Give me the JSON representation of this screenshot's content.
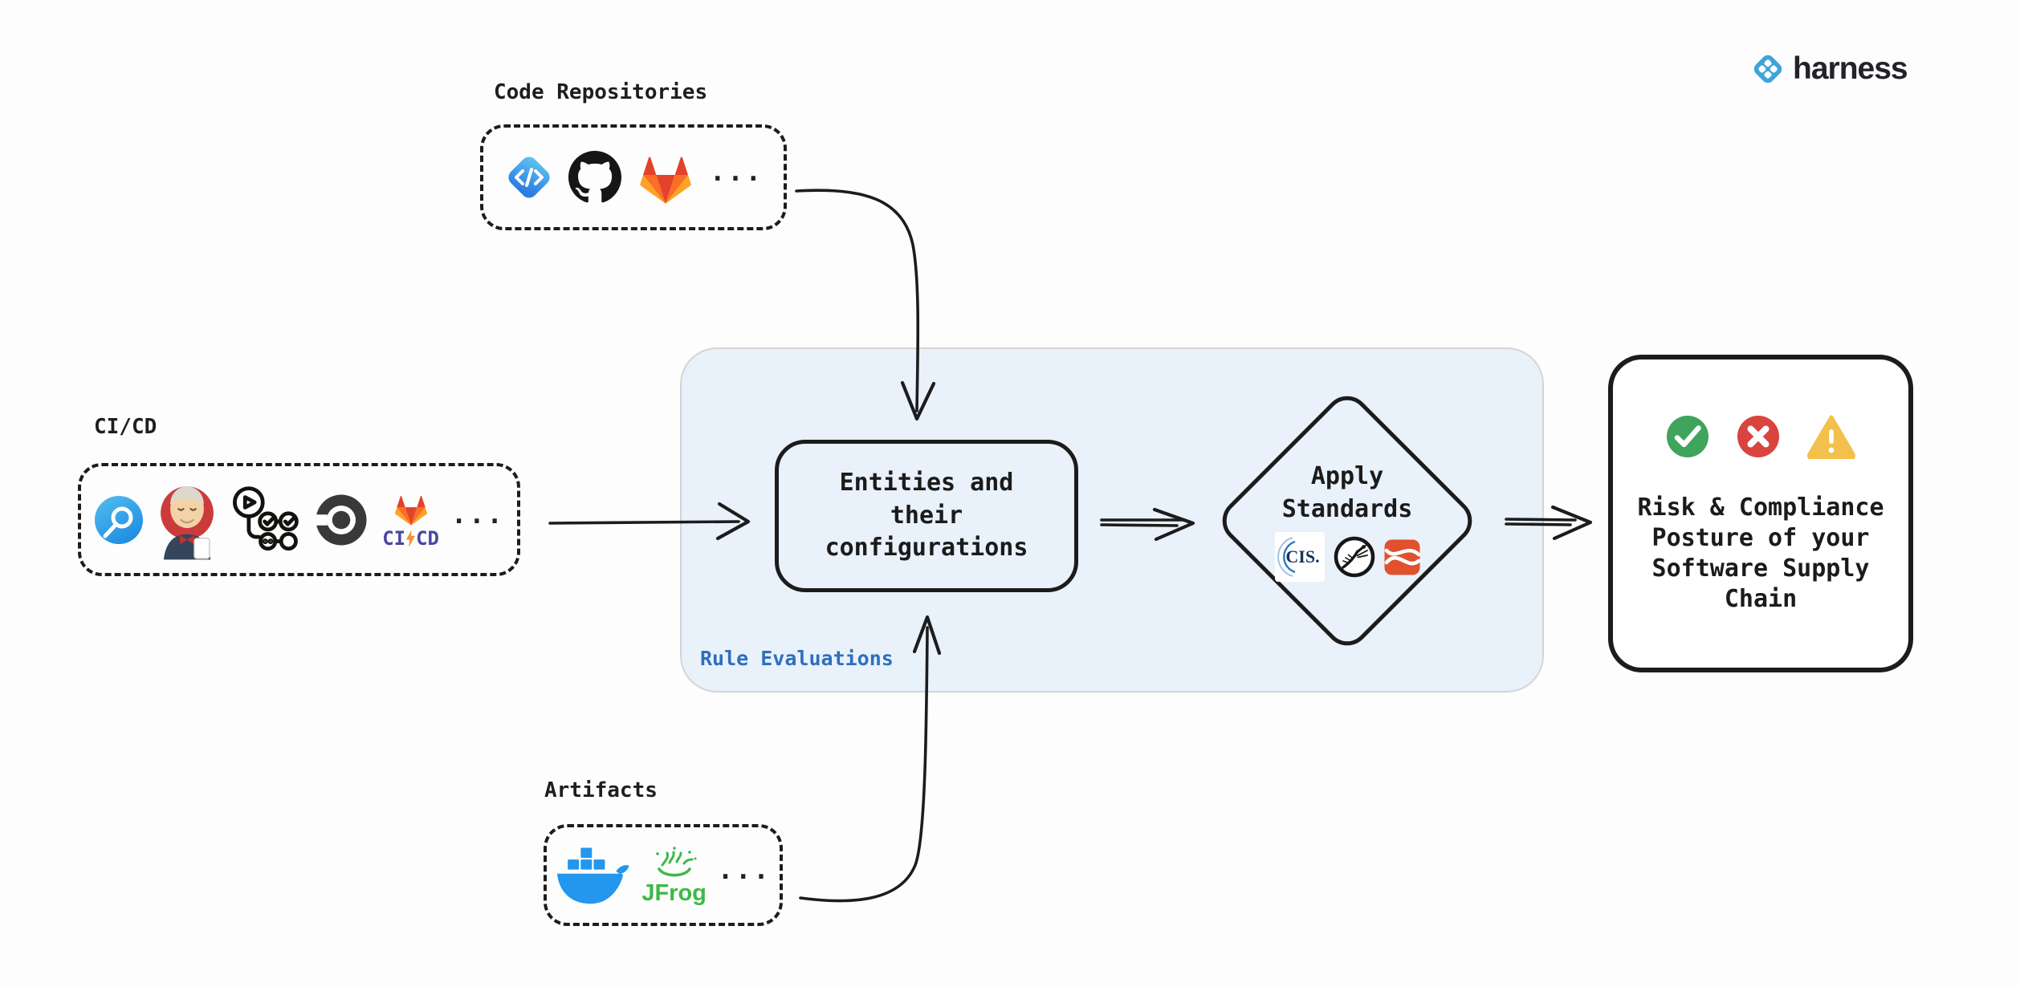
{
  "brand": {
    "name": "harness",
    "icon": "harness-diamond-icon",
    "blue": "#3ea4dc"
  },
  "sources": {
    "code_repositories": {
      "label": "Code Repositories",
      "icons": [
        "harness-code-icon",
        "github-icon",
        "gitlab-icon"
      ],
      "ellipsis": "..."
    },
    "cicd": {
      "label": "CI/CD",
      "icons": [
        "harness-ci-icon",
        "jenkins-icon",
        "github-actions-icon",
        "circleci-icon",
        "gitlab-cicd-icon"
      ],
      "gitlab_ci": "CI",
      "gitlab_cd": "CD",
      "ellipsis": "..."
    },
    "artifacts": {
      "label": "Artifacts",
      "icons": [
        "docker-icon",
        "jfrog-icon"
      ],
      "jfrog_label": "JFrog",
      "ellipsis": "..."
    }
  },
  "panel": {
    "label": "Rule Evaluations",
    "label_color": "#2e6fbd",
    "fill": "#e9f1fb"
  },
  "nodes": {
    "entities": {
      "text": "Entities and their configurations"
    },
    "apply_standards": {
      "text": "Apply Standards",
      "logos": [
        "cis-logo",
        "owasp-icon",
        "ribbon-logo"
      ],
      "cis_text": "CIS."
    },
    "outcome": {
      "text": "Risk & Compliance Posture of your Software Supply Chain",
      "status_icons": [
        "check-circle-icon",
        "x-circle-icon",
        "warning-triangle-icon"
      ],
      "status_colors": {
        "pass": "#3fa45c",
        "fail": "#d8453e",
        "warn": "#f3c14b"
      }
    }
  },
  "ink": "#1c1c1c"
}
